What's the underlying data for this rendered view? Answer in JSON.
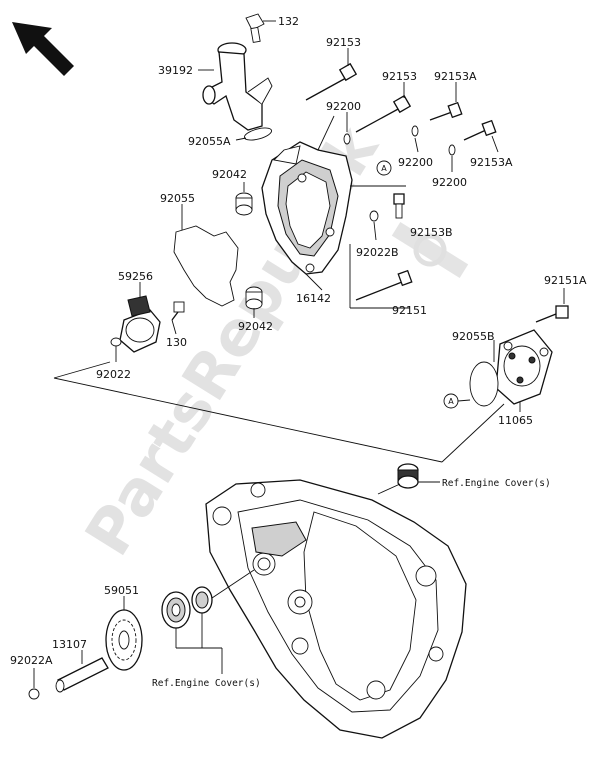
{
  "watermark": "PartsRepublik",
  "callout_marker": "A",
  "parts": {
    "p132": "132",
    "p39192": "39192",
    "p92153_a": "92153",
    "p92153_b": "92153",
    "p92153A_a": "92153A",
    "p92153A_b": "92153A",
    "p92200_a": "92200",
    "p92200_b": "92200",
    "p92200_c": "92200",
    "p92055A": "92055A",
    "p92042_a": "92042",
    "p92042_b": "92042",
    "p92055": "92055",
    "p92153B": "92153B",
    "p92022B": "92022B",
    "p16142": "16142",
    "p59256": "59256",
    "p130": "130",
    "p92022": "92022",
    "p92151": "92151",
    "p92151A": "92151A",
    "p92055B": "92055B",
    "p11065": "11065",
    "p59051": "59051",
    "p13107": "13107",
    "p92022A": "92022A"
  },
  "refs": {
    "engine_cover_top": "Ref.Engine Cover(s)",
    "engine_cover_bottom": "Ref.Engine Cover(s)"
  }
}
